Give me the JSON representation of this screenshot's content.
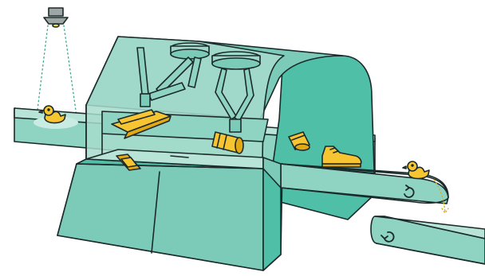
{
  "scene": {
    "items_on_belt": [
      "rubber-duck",
      "rubber-duck-on-belt",
      "sneaker",
      "mug",
      "cardboard-box",
      "cardboard-flat"
    ],
    "colors": {
      "outline": "#1b2a2a",
      "machine_light": "#a7dccd",
      "machine_mid": "#7ccbb8",
      "machine_dark": "#4fbfa7",
      "belt_top": "#b8e3d7",
      "belt_side": "#8fd3c2",
      "item_yellow": "#f7c531",
      "item_yellow_dark": "#e3a814",
      "lamp_gray": "#9fa7a6",
      "lamp_glow": "#f6d84a",
      "beam": "#3aa88f"
    },
    "icons": [
      "lamp-icon",
      "duck-icon",
      "robot-arm-icon",
      "sneaker-icon",
      "mug-icon",
      "box-icon",
      "rotate-arrow-icon"
    ]
  }
}
